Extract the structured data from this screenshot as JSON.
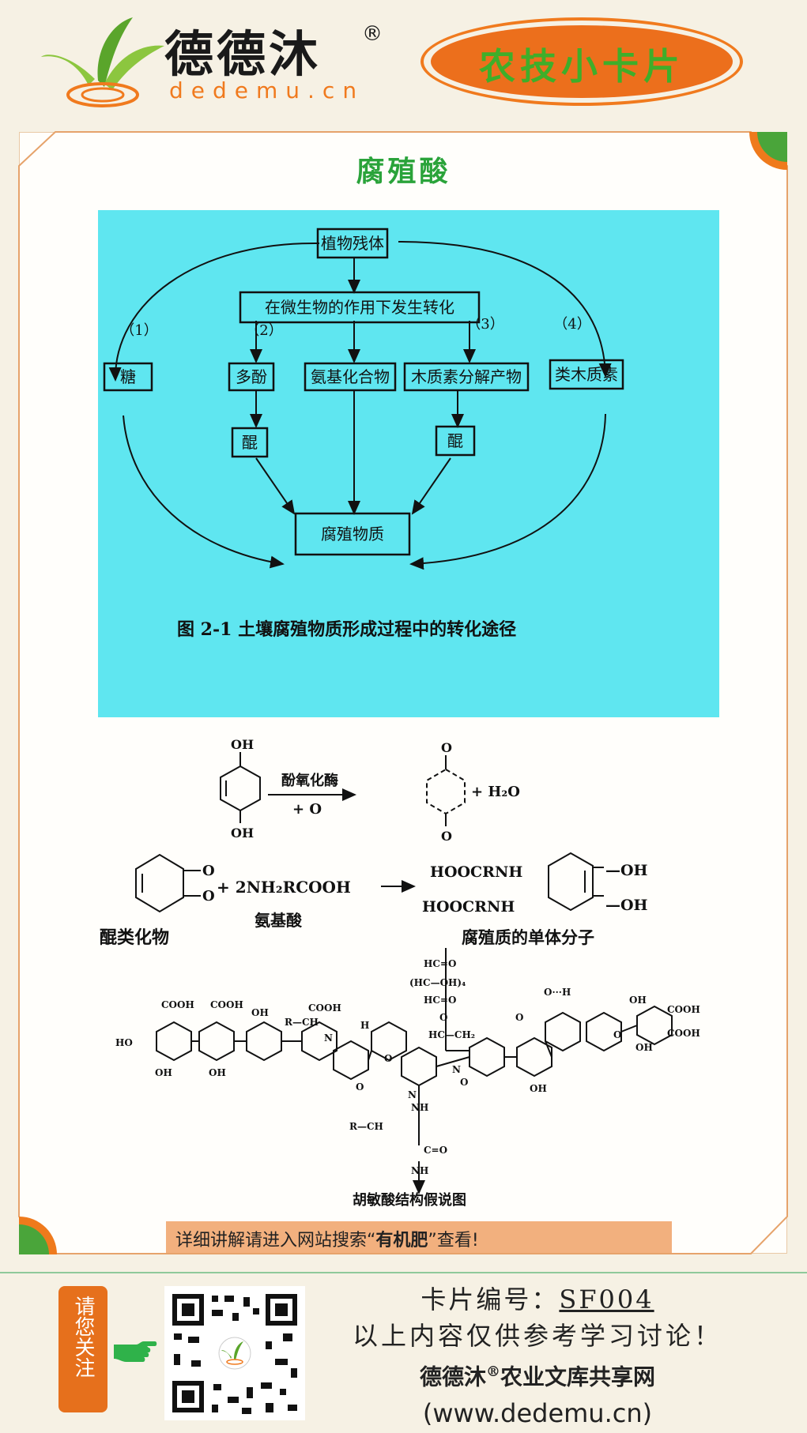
{
  "header": {
    "brand_name": "德德沐",
    "brand_reg": "®",
    "brand_url": "dedemu.cn",
    "badge_text": "农技小卡片"
  },
  "card": {
    "title": "腐殖酸"
  },
  "diagram": {
    "top_box": "植物残体",
    "microbe_box": "在微生物的作用下发生转化",
    "path_labels": [
      "（1）",
      "（2）",
      "（3）",
      "（4）"
    ],
    "mid_boxes": [
      "糖",
      "多酚",
      "氨基化合物",
      "木质素分解产物",
      "类木质素"
    ],
    "quinone_left": "醌",
    "quinone_right": "醌",
    "result_box": "腐殖物质",
    "caption": "图 2-1    土壤腐殖物质形成过程中的转化途径"
  },
  "chem": {
    "oh_top": "OH",
    "oh_bottom": "OH",
    "enzyme": "酚氧化酶",
    "plus_o": "+ O",
    "o_top": "O",
    "o_bottom": "O",
    "water": "+ H₂O",
    "quinone_o1": "O",
    "quinone_o2": "O",
    "amino_expr": "+ 2NH₂RCOOH",
    "amino_label": "氨基酸",
    "quinone_label": "醌类化物",
    "monomer_line1": "HOOCRNH",
    "monomer_line2": "HOOCRNH",
    "monomer_oh1": "—OH",
    "monomer_oh2": "—OH",
    "monomer_label": "腐殖质的单体分子",
    "fulvic_label": "胡敏酸结构假说图",
    "groups": [
      "COOH",
      "COOH",
      "COOH",
      "HO",
      "OH",
      "OH",
      "OH",
      "R—CH",
      "N",
      "O",
      "H",
      "O",
      "HC=O",
      "(HC—OH)₄",
      "HC=O",
      "O",
      "HC—CH₂",
      "N",
      "N",
      "O",
      "OH",
      "O",
      "O···H",
      "O",
      "OH",
      "COOH",
      "COOH",
      "OH",
      "NH",
      "R—CH",
      "C=O",
      "NH"
    ]
  },
  "note": {
    "prefix": "详细讲解请进入网站搜索“",
    "keyword": "有机肥",
    "suffix": "”查看!"
  },
  "footer": {
    "follow_text": "请您关注",
    "card_no_label": "卡片编号：",
    "card_no": "SF004",
    "disclaimer": "以上内容仅供参考学习讨论！",
    "site_name": "德德沐",
    "site_reg": "®",
    "site_rest": "农业文库共享网",
    "site_url": "(www.dedemu.cn)"
  },
  "colors": {
    "brand_orange": "#ec6f1c",
    "brand_green": "#3fae2a",
    "diagram_bg": "#5fe6f0",
    "note_bg": "#f2b07e"
  }
}
